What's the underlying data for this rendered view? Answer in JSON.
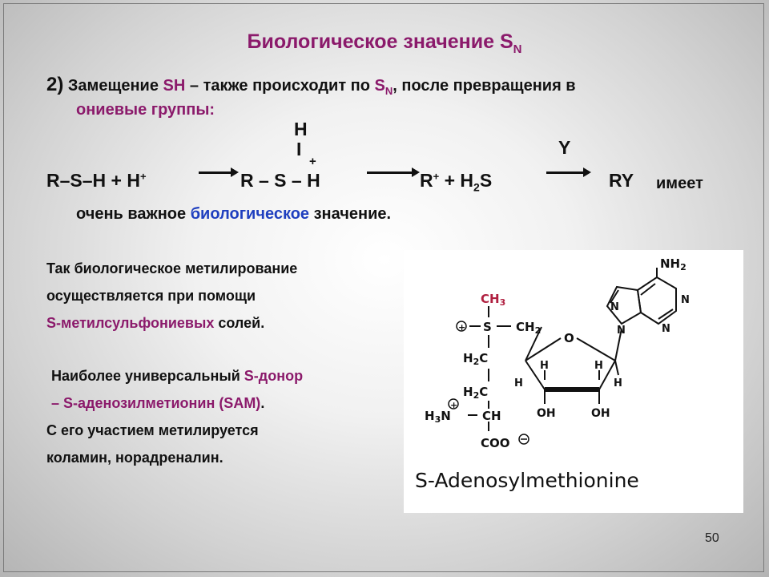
{
  "slide": {
    "title": "Биологическое значение S",
    "title_sub": "N",
    "point2": {
      "number": "2)",
      "text_a": " Замещение ",
      "sh": "SH",
      "text_b": " – также происходит по ",
      "sn": "S",
      "sn_sub": "N",
      "text_c": ", после превращения в",
      "line2": "ониевые группы:"
    },
    "reaction": {
      "reactant": "R–S–H + H",
      "reactant_sup": "+",
      "intermediate": "R – S – H",
      "h_top": "H",
      "h_bond": "I",
      "plus_charge": "+",
      "product_r": "R",
      "product_r_sup": "+",
      "product_plus": " + H",
      "h2s_sub": "2",
      "h2s_s": "S",
      "reagent_y": "Y",
      "product_ry": "RY",
      "after": "имеет"
    },
    "importance_line": {
      "part1": "очень важное ",
      "part2": "биологическое",
      "part3": " значение."
    },
    "methylation": {
      "line1": "Так биологическое метилирование",
      "line2": "осуществляется при помощи",
      "line3_colored": "S-метилсульфониевых",
      "line3_rest": " солей."
    },
    "donor": {
      "line1_a": "Наиболее универсальный ",
      "line1_b": "S-донор",
      "line2_a": "– ",
      "line2_b": "S-аденозилметионин (SAM)",
      "line2_c": ".",
      "line3": "С его участием метилируется",
      "line4": "коламин, норадреналин."
    },
    "molecule": {
      "caption": "S-Adenosylmethionine",
      "nh2": "NH",
      "nh2_sub": "2",
      "ch3": "CH",
      "ch3_sub": "3",
      "s": "S",
      "ch2": "CH",
      "ch2_sub": "2",
      "o": "O",
      "n": "N",
      "h": "H",
      "c": "C",
      "oh": "OH",
      "h3n": "H",
      "h3n_sub": "3",
      "h3n_n": "N",
      "ch": "CH",
      "coo": "COO"
    },
    "page_number": "50",
    "colors": {
      "accent_purple": "#8b1a6b",
      "accent_blue": "#1f3fbf",
      "ch3_red": "#b02040"
    }
  }
}
